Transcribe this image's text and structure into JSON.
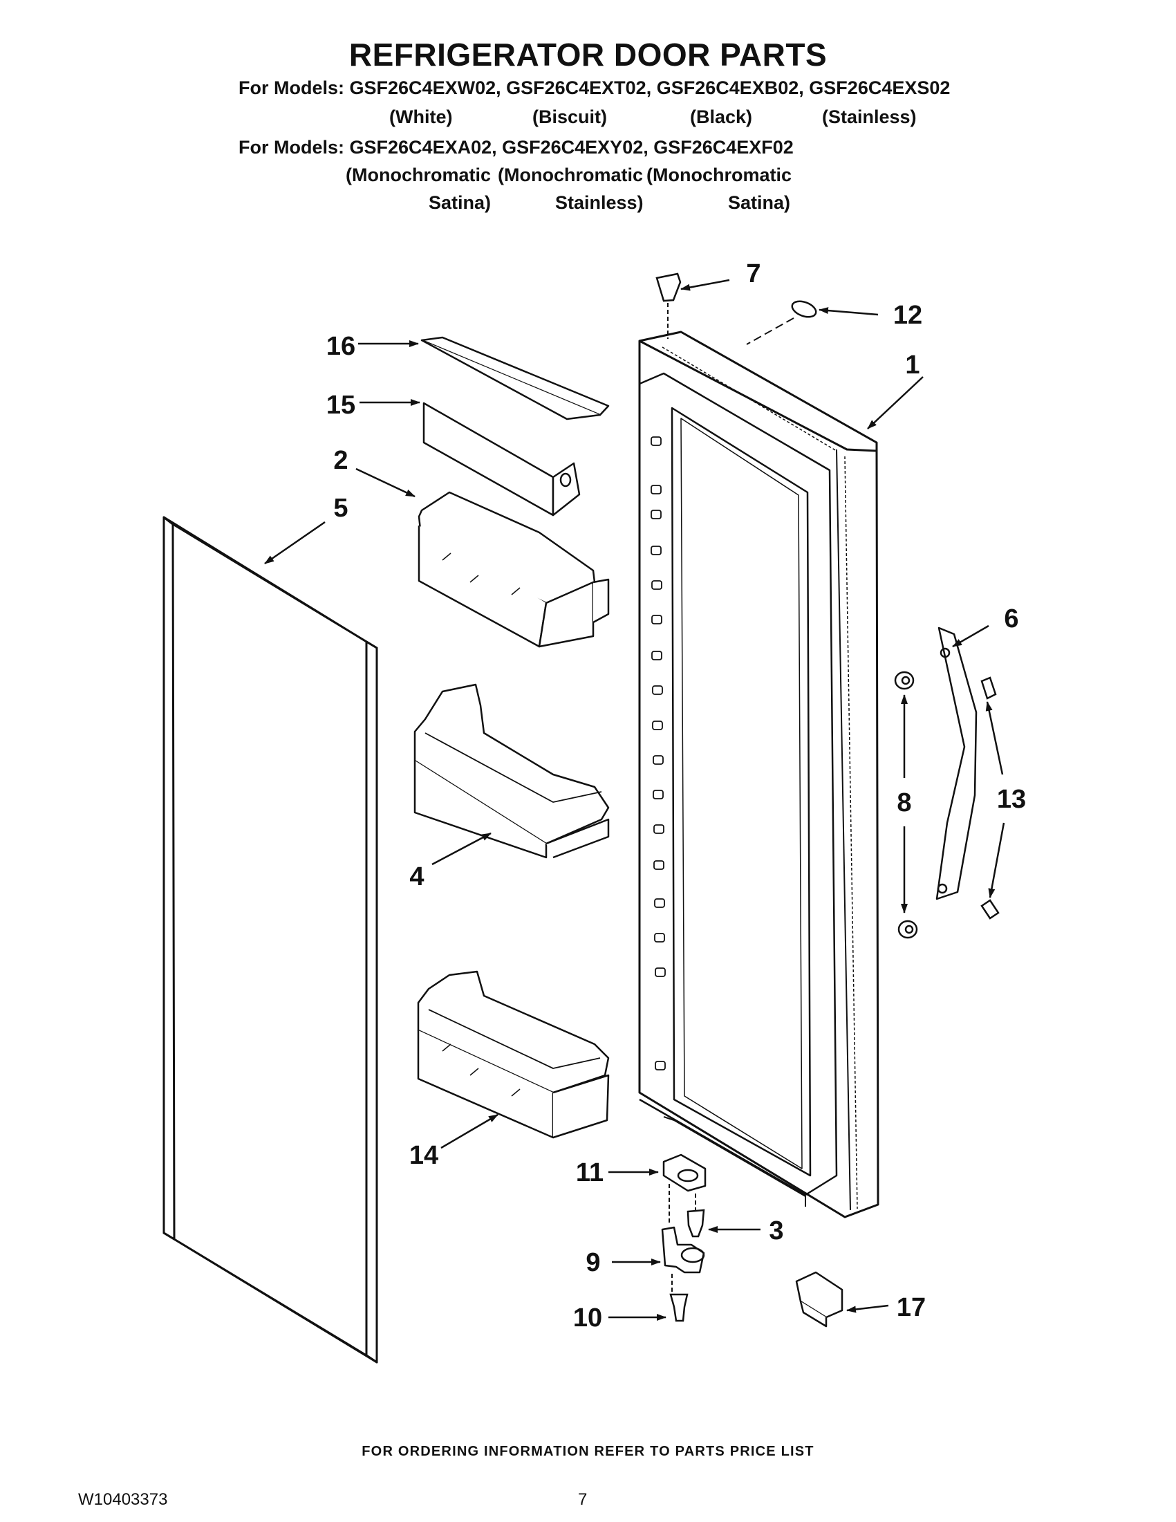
{
  "title": "REFRIGERATOR DOOR PARTS",
  "models": [
    {
      "prefix": "For Models:",
      "codes": "GSF26C4EXW02, GSF26C4EXT02, GSF26C4EXB02, GSF26C4EXS02"
    },
    {
      "prefix": "For Models:",
      "codes": "GSF26C4EXA02, GSF26C4EXY02, GSF26C4EXF02"
    }
  ],
  "colors_row1": [
    "(White)",
    "(Biscuit)",
    "(Black)",
    "(Stainless)"
  ],
  "colors_row2a": [
    "(Monochromatic",
    "(Monochromatic",
    "(Monochromatic"
  ],
  "colors_row2b": [
    "Satina)",
    "Stainless)",
    "Satina)"
  ],
  "callouts": [
    "1",
    "2",
    "3",
    "4",
    "5",
    "6",
    "7",
    "8",
    "9",
    "10",
    "11",
    "12",
    "13",
    "14",
    "15",
    "16",
    "17"
  ],
  "footer": {
    "ordering_note": "FOR ORDERING INFORMATION REFER TO PARTS PRICE LIST",
    "doc_number": "W10403373",
    "page_number": "7"
  }
}
